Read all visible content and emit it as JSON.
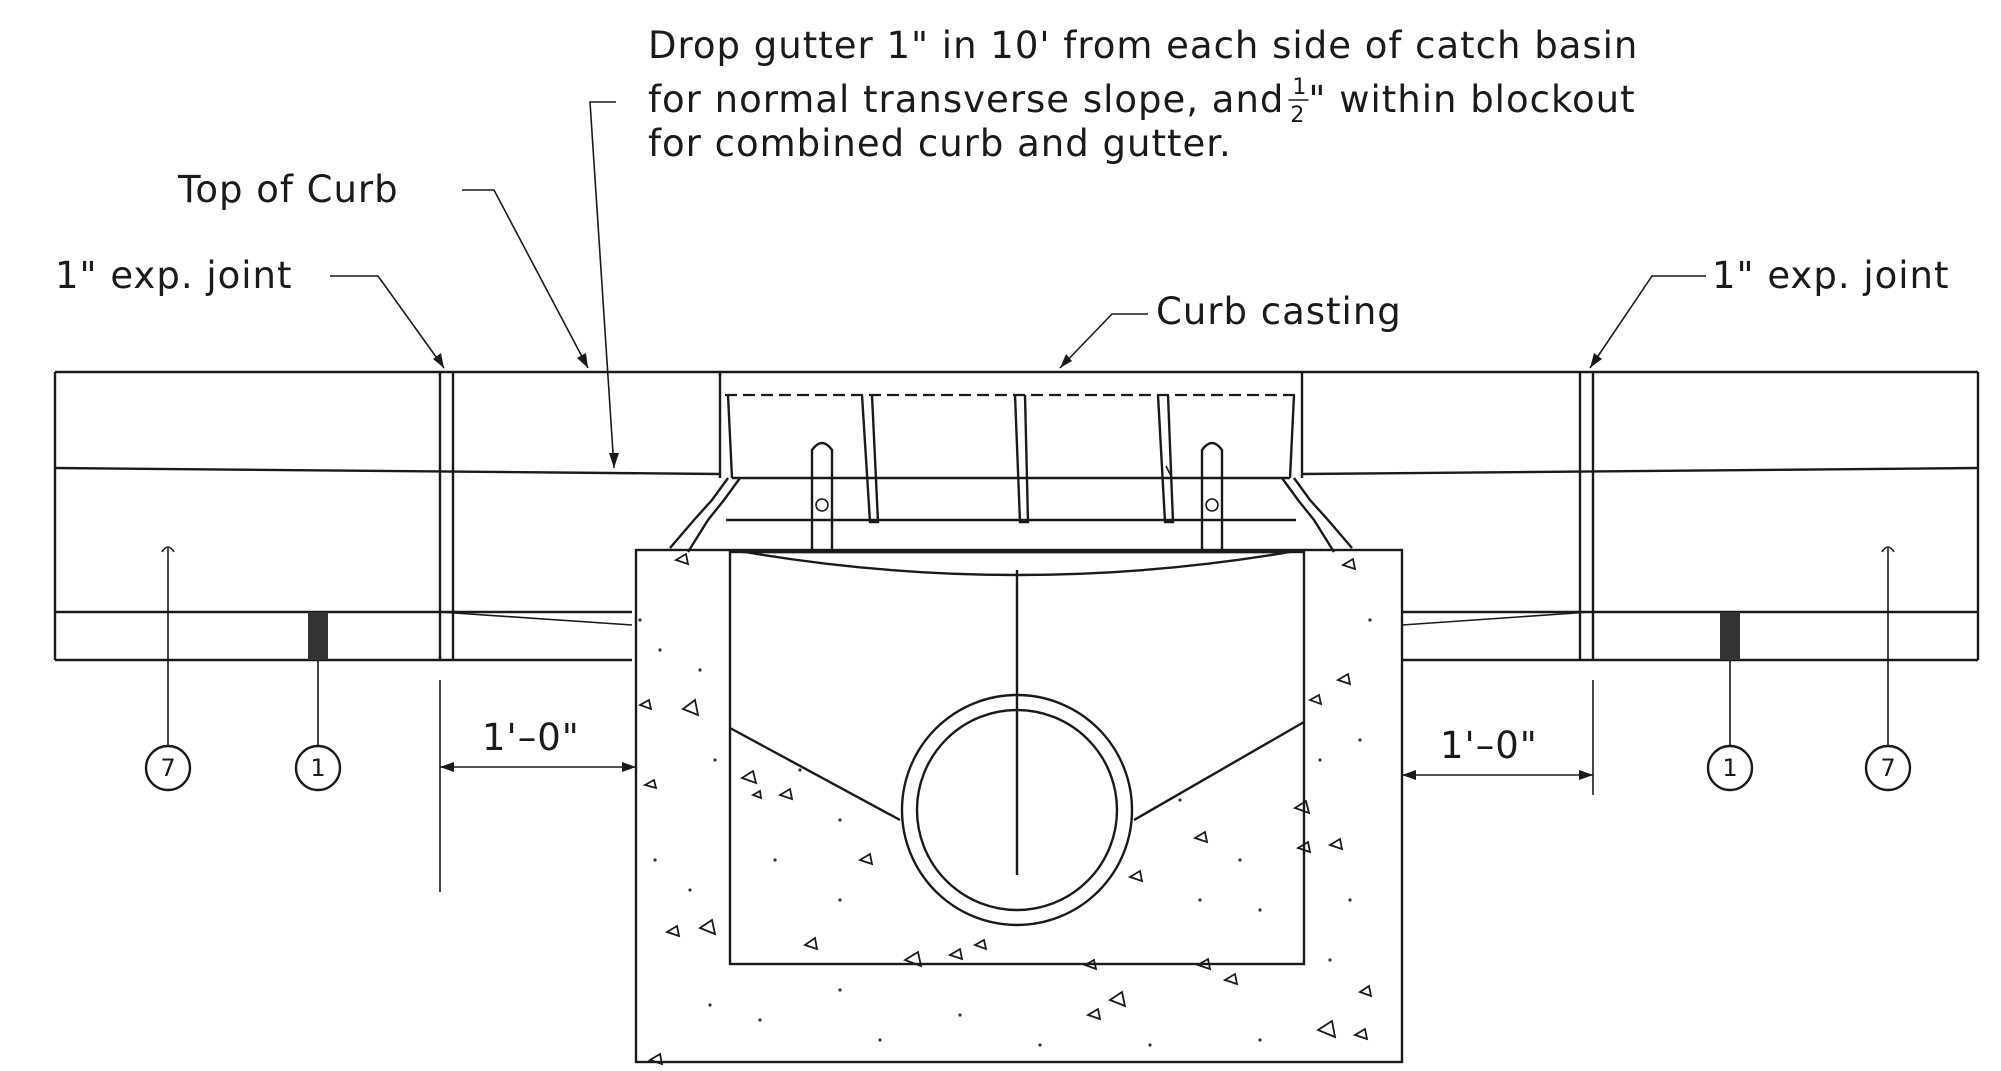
{
  "colors": {
    "ink": "#1a1a1a",
    "paper": "#ffffff",
    "filler": "#333333"
  },
  "notes": {
    "drop_line1": "Drop gutter 1\" in 10' from each side of catch basin",
    "drop_line2_a": "for normal transverse slope, and ",
    "drop_frac_num": "1",
    "drop_frac_den": "2",
    "drop_line2_b": "\" within blockout",
    "drop_line3": "for combined curb and gutter.",
    "top_of_curb": "Top of Curb",
    "exp_joint_left": "1\" exp. joint",
    "exp_joint_right": "1\" exp. joint",
    "curb_casting": "Curb casting"
  },
  "dimensions": {
    "left": "1'–0\"",
    "right": "1'–0\""
  },
  "bubbles": {
    "b7_left": "7",
    "b1_left": "1",
    "b1_right": "1",
    "b7_right": "7"
  }
}
